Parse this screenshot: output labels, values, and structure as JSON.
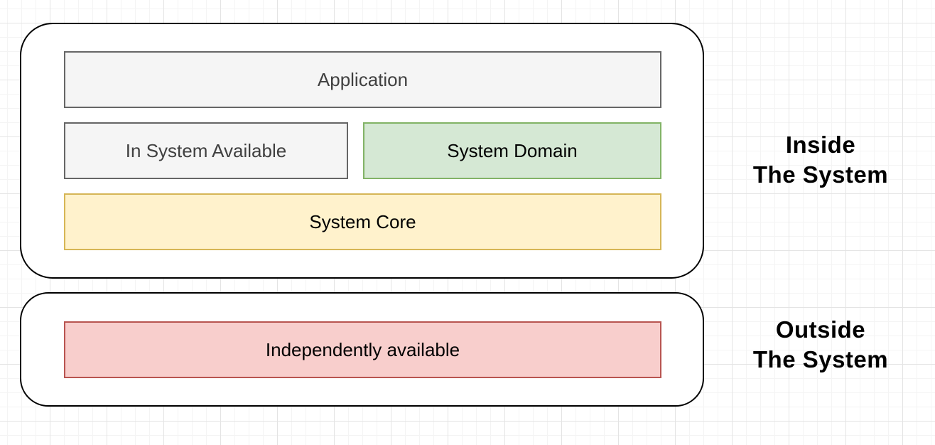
{
  "diagram": {
    "inside_system": {
      "side_label": {
        "line1": "Inside",
        "line2": "The System"
      },
      "boxes": {
        "application": "Application",
        "in_system_available": "In System Available",
        "system_domain": "System Domain",
        "system_core": "System Core"
      }
    },
    "outside_system": {
      "side_label": {
        "line1": "Outside",
        "line2": "The System"
      },
      "boxes": {
        "independently_available": "Independently available"
      }
    },
    "colors": {
      "container_border": "#000000",
      "gray_fill": "#f5f5f5",
      "gray_border": "#666666",
      "gray_text": "#404040",
      "green_fill": "#d5e8d4",
      "green_border": "#82b366",
      "yellow_fill": "#fff2cc",
      "yellow_border": "#d6b656",
      "red_fill": "#f8cecc",
      "red_border": "#b85450"
    }
  }
}
